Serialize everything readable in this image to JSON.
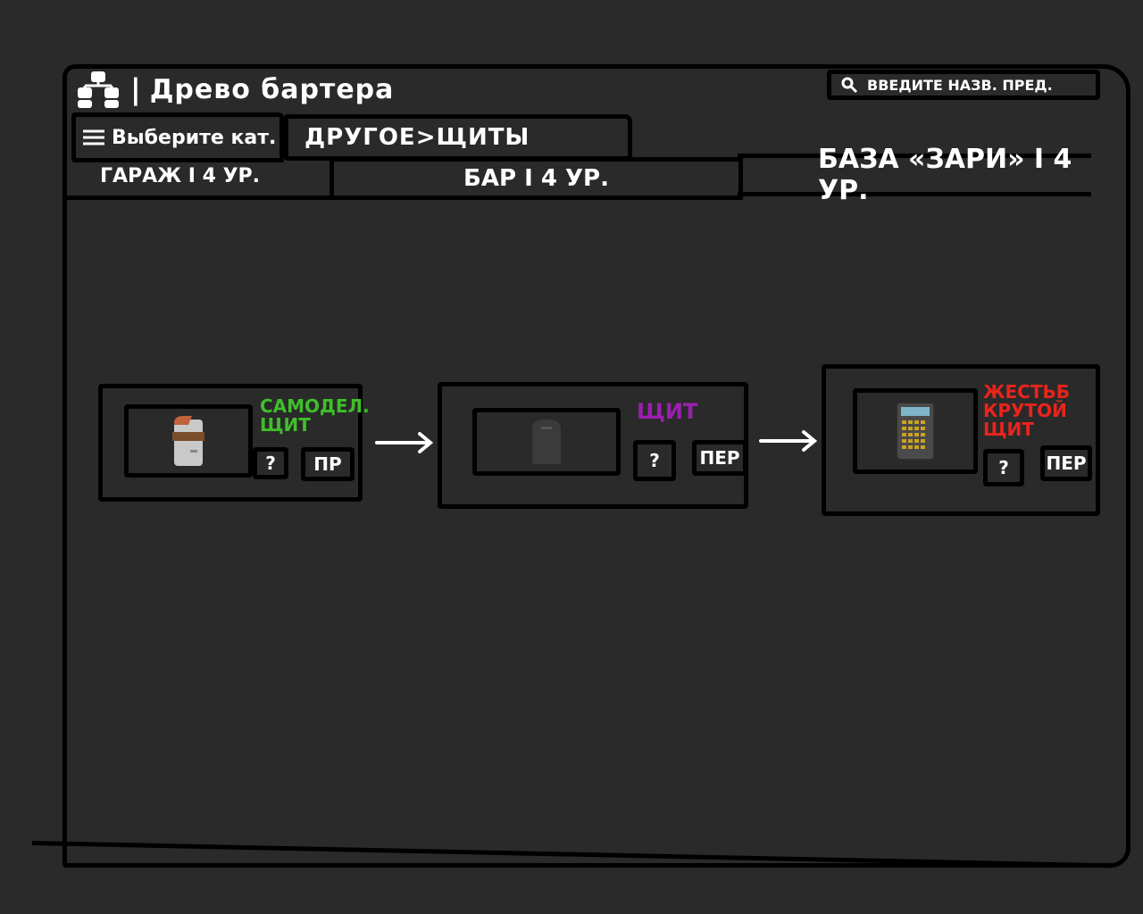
{
  "header": {
    "title": "Древо бартера",
    "separator": "|",
    "search_placeholder": "ВВЕДИТЕ НАЗВ. ПРЕД."
  },
  "category": {
    "select_label": "Выберите кат.",
    "path": "ДРУГОЕ>ЩИТЫ"
  },
  "tiers": [
    {
      "label": "ГАРАЖ I 4 УР."
    },
    {
      "label": "БАР I 4 УР."
    },
    {
      "label": "БАЗА «ЗАРИ» I 4 УР."
    }
  ],
  "items": [
    {
      "name": "САМОДЕЛ. ЩИТ",
      "color": "#3fbf2a",
      "help_label": "?",
      "go_label": "ПР"
    },
    {
      "name": "ЩИТ",
      "color": "#9b1fb0",
      "help_label": "?",
      "go_label": "ПЕР"
    },
    {
      "name": "ЖЕСТЬБ КРУТОЙ ЩИТ",
      "color": "#e8241c",
      "help_label": "?",
      "go_label": "ПЕР"
    }
  ],
  "colors": {
    "background": "#2a2a2a",
    "outline": "#000000",
    "text": "#ffffff"
  }
}
